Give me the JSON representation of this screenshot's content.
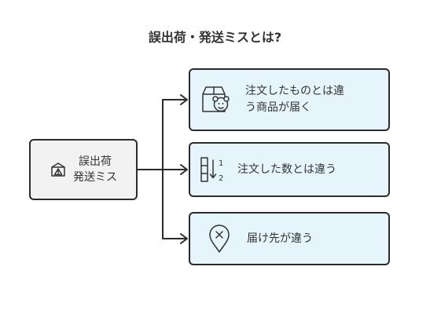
{
  "title": "誤出荷・発送ミスとは?",
  "source": {
    "label": "誤出荷\n発送ミス",
    "icon": "package-warning-icon"
  },
  "outcomes": [
    {
      "label": "注文したものとは違\nう商品が届く",
      "icon": "box-with-toy-icon"
    },
    {
      "label": "注文した数とは違う",
      "icon": "quantity-sort-icon"
    },
    {
      "label": "届け先が違う",
      "icon": "location-pin-x-icon"
    }
  ],
  "colors": {
    "source_fill": "#f2f2f2",
    "outcome_fill": "#e6f4fc",
    "stroke": "#2b2b2b",
    "text": "#333333"
  }
}
